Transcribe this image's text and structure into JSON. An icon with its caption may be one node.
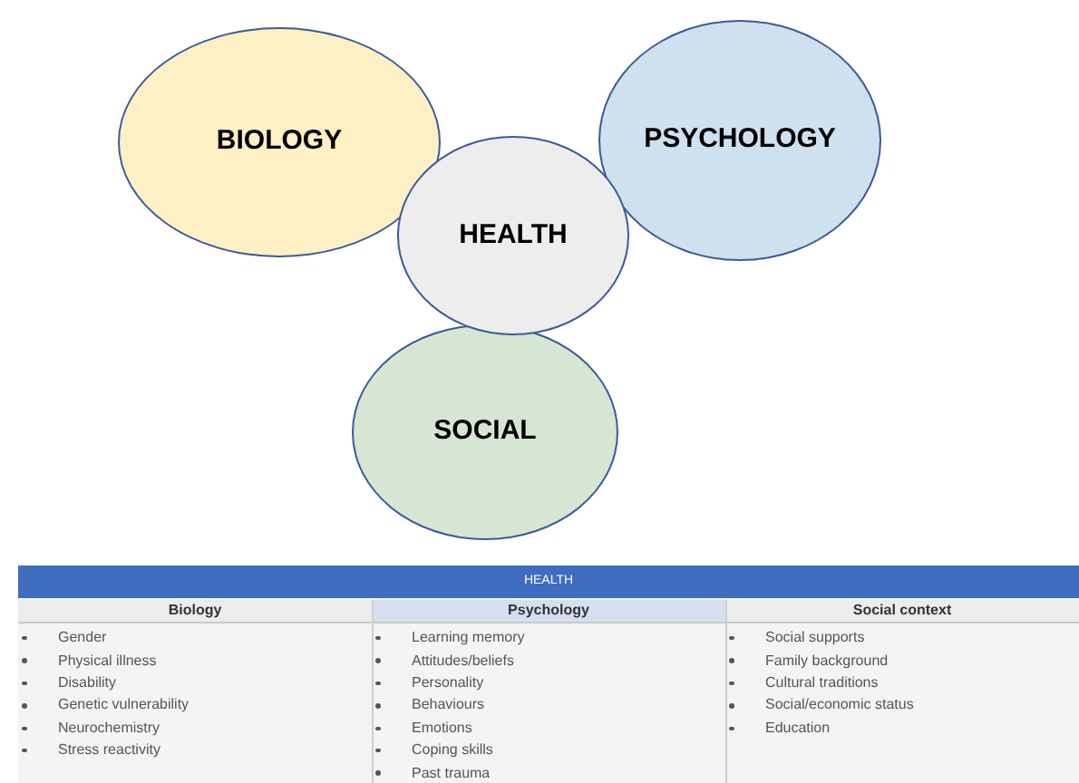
{
  "diagram": {
    "nodes": [
      {
        "text": [
          "BIOLOGY"
        ]
      },
      {
        "text": [
          "PSYCHOLOGY"
        ]
      },
      {
        "text": [
          "HEALTH"
        ]
      },
      {
        "text": [
          "SOCIAL"
        ]
      }
    ],
    "labels": [
      "HEALTH",
      "Biology",
      "Psychology",
      "Social context",
      "Gender",
      "Physical illness",
      "Disability",
      "Genetic vulnerability",
      "Neurochemistry",
      "Stress reactivity",
      "Learning memory",
      "Attitudes/beliefs",
      "Personality",
      "Behaviours",
      "Emotions",
      "Coping skills",
      "Past trauma",
      "Social supports",
      "Family background",
      "Cultural traditions",
      "Social/economic status",
      "Education"
    ]
  }
}
